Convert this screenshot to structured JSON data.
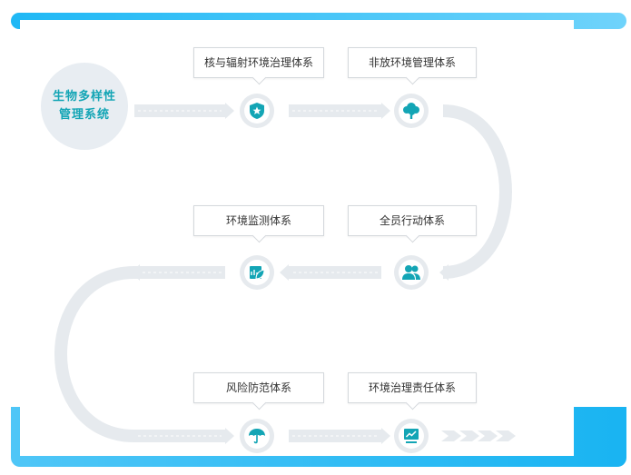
{
  "center": {
    "line1": "生物多样性",
    "line2": "管理系统"
  },
  "nodes": [
    {
      "label": "核与辐射环境治理体系",
      "icon": "shield-star"
    },
    {
      "label": "非放环境管理体系",
      "icon": "tree"
    },
    {
      "label": "环境监测体系",
      "icon": "leaf-chart"
    },
    {
      "label": "全员行动体系",
      "icon": "people"
    },
    {
      "label": "风险防范体系",
      "icon": "umbrella"
    },
    {
      "label": "环境治理责任体系",
      "icon": "monitor-trend"
    }
  ],
  "colors": {
    "accent": "#13a5b5",
    "bar": "#1fb8f5",
    "path": "#e6eaee"
  }
}
